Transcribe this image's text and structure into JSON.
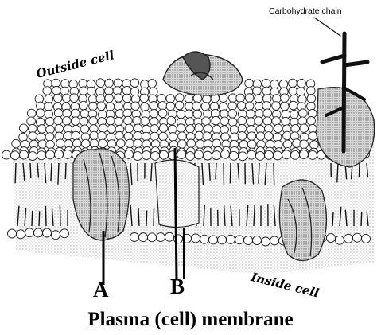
{
  "labels": {
    "carbohydrate_chain": "Carbohydrate chain",
    "outside_cell": "Outside cell",
    "inside_cell": "Inside cell",
    "protein_a": "A",
    "protein_b": "B"
  },
  "title": "Plasma (cell) membrane"
}
